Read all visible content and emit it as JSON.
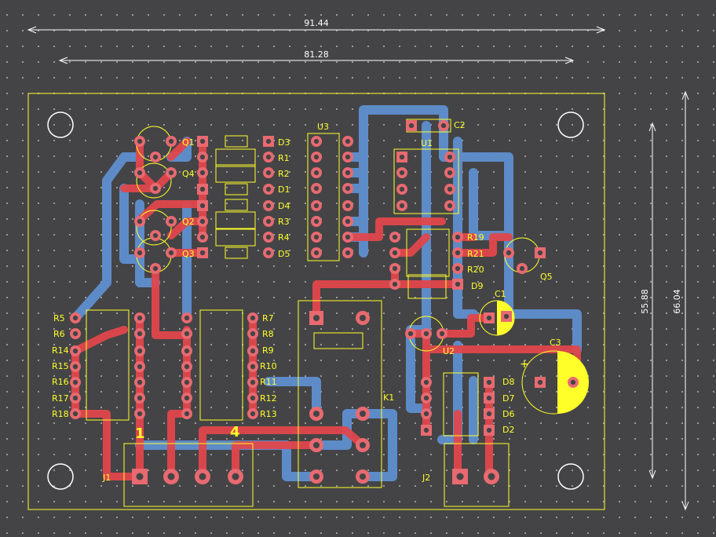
{
  "colors": {
    "background": "#444446",
    "grid": "#9a9a9a",
    "silkscreen": "#ffff2a",
    "copper_front": "#e0474c",
    "copper_back": "#5f8fcf",
    "pad": "#e86a70",
    "pad_hole": "#444446",
    "dimension": "#ffffff",
    "board_edge": "#ffff2a"
  },
  "dimensions": {
    "top_width": "91.44",
    "inner_width": "81.28",
    "inner_height": "55.88",
    "outer_height": "66.04"
  },
  "connector_markers": {
    "pin1": "1",
    "pin4": "4"
  },
  "references": {
    "Q1": "Q1",
    "Q2": "Q2",
    "Q3": "Q3",
    "Q4": "Q4",
    "Q5": "Q5",
    "U1": "U1",
    "U2": "U2",
    "U3": "U3",
    "C1": "C1",
    "C2": "C2",
    "C3": "C3",
    "K1": "K1",
    "J1": "J1",
    "J2": "J2",
    "D1": "D1",
    "D2": "D2",
    "D3": "D3",
    "D4": "D4",
    "D5": "D5",
    "D6": "D6",
    "D7": "D7",
    "D8": "D8",
    "D9": "D9",
    "R1": "R1",
    "R2": "R2",
    "R3": "R3",
    "R4": "R4",
    "R5": "R5",
    "R6": "R6",
    "R7": "R7",
    "R8": "R8",
    "R9": "R9",
    "R10": "R10",
    "R11": "R11",
    "R12": "R12",
    "R13": "R13",
    "R14": "R14",
    "R15": "R15",
    "R16": "R16",
    "R17": "R17",
    "R18": "R18",
    "R19": "R19",
    "R20": "R20",
    "R21": "R21"
  },
  "polarity_mark": "+"
}
